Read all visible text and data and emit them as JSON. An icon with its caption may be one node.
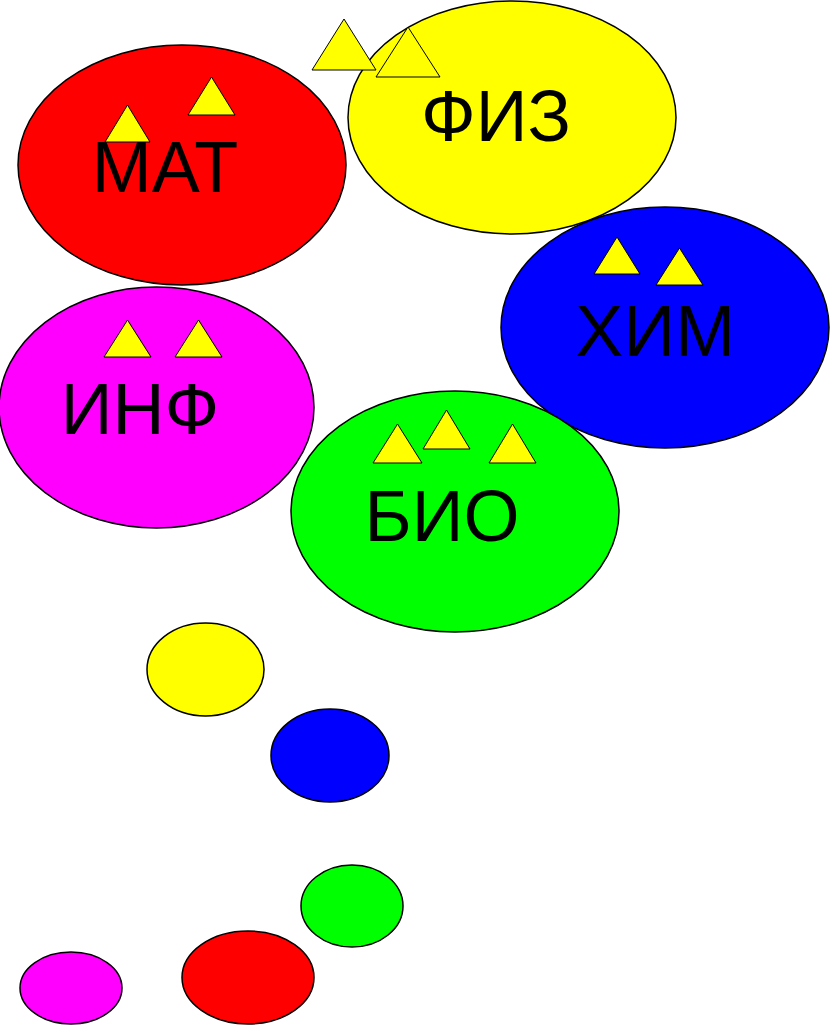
{
  "diagram": {
    "nodes": [
      {
        "text": [
          "ФИЗ"
        ]
      },
      {
        "text": [
          "МАТ"
        ]
      },
      {
        "text": [
          "ХИМ"
        ]
      },
      {
        "text": [
          "ИНФ"
        ]
      },
      {
        "text": [
          "БИО"
        ]
      },
      {
        "text": [],
        "shape": "ellipse"
      },
      {
        "text": [],
        "shape": "ellipse"
      },
      {
        "text": [],
        "shape": "ellipse"
      },
      {
        "text": [],
        "shape": "ellipse"
      },
      {
        "text": [],
        "shape": "ellipse"
      }
    ]
  }
}
